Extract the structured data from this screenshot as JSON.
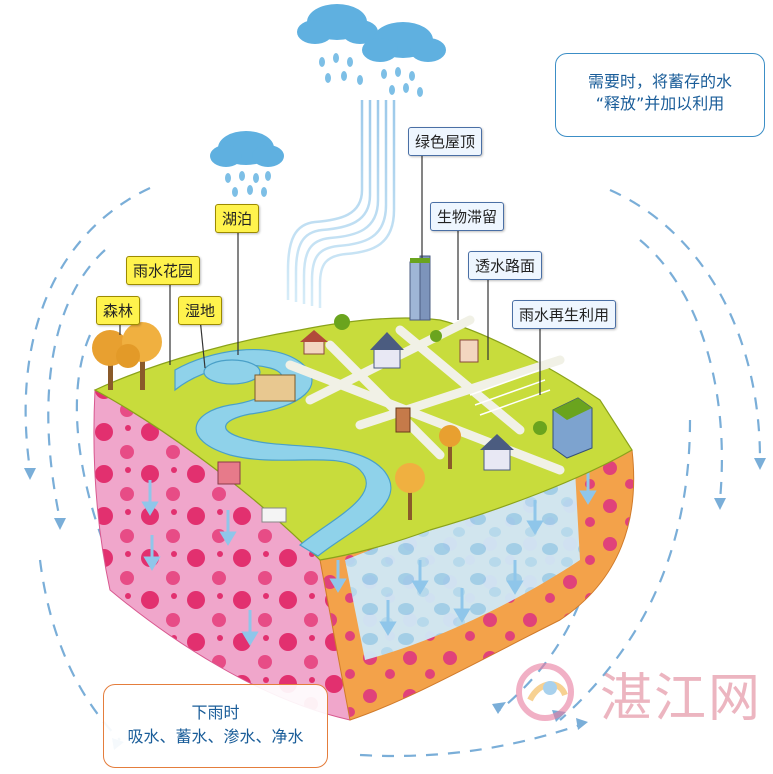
{
  "labels": {
    "green_roof": "绿色屋顶",
    "bio_retention": "生物滞留",
    "permeable_road": "透水路面",
    "rain_reuse": "雨水再生利用",
    "lake": "湖泊",
    "rain_garden": "雨水花园",
    "forest": "森林",
    "wetland": "湿地"
  },
  "notes": {
    "release_line1": "需要时，将蓄存的水",
    "release_line2": "“释放”并加以利用",
    "rain_line1": "下雨时",
    "rain_line2": "吸水、蓄水、渗水、净水"
  },
  "watermark": {
    "text": "湛江网"
  },
  "icons": [
    "rain-cloud-icon",
    "watermark-logo-icon"
  ],
  "colors": {
    "soil_pink": "#ef9fc6",
    "soil_dots": "#e2246f",
    "orange_soil": "#f3a24a",
    "grass": "#c8dc3c",
    "water": "#8fd2ea",
    "cloud": "#5fb0e0",
    "arrow": "#7aaed8"
  }
}
